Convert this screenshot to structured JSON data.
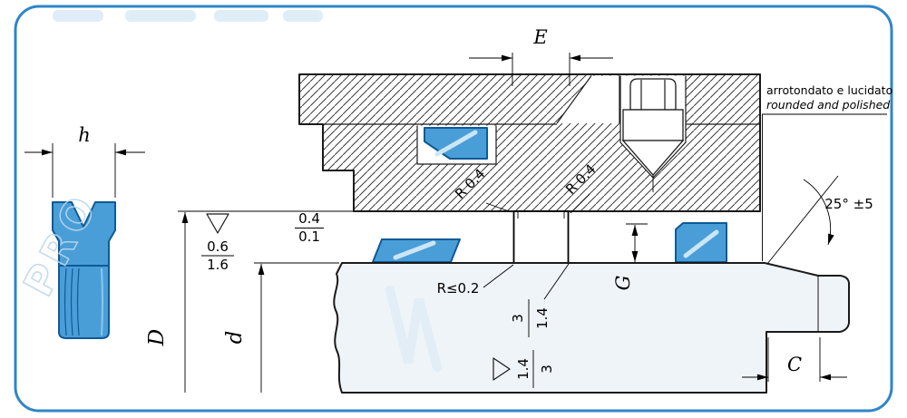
{
  "watermark": {
    "text": "PRO"
  },
  "note": {
    "line1": "arrotondato e lucidato",
    "line2": "rounded and polished"
  },
  "dims": {
    "h": "h",
    "E": "E",
    "D": "D",
    "d": "d",
    "G": "G",
    "C": "C",
    "angle": "25° ±5",
    "r_left": "R 0.4",
    "r_right": "R 0.4",
    "r_max": "R≤0.2",
    "surf1_top": "0.4",
    "surf1_bot": "0.1",
    "surf2_top": "0.6",
    "surf2_bot": "1.6",
    "frac1_num": "3",
    "frac1_den": "1.4",
    "frac2_num": "1.4",
    "frac2_den": "3"
  },
  "colors": {
    "frame": "#2E86C8",
    "seal": "#4A9ED8",
    "seal_dark": "#0E5A96",
    "rod": "#EFF4F8",
    "hatch": "#3A3A3A",
    "watermark": "#BBD7EC"
  }
}
